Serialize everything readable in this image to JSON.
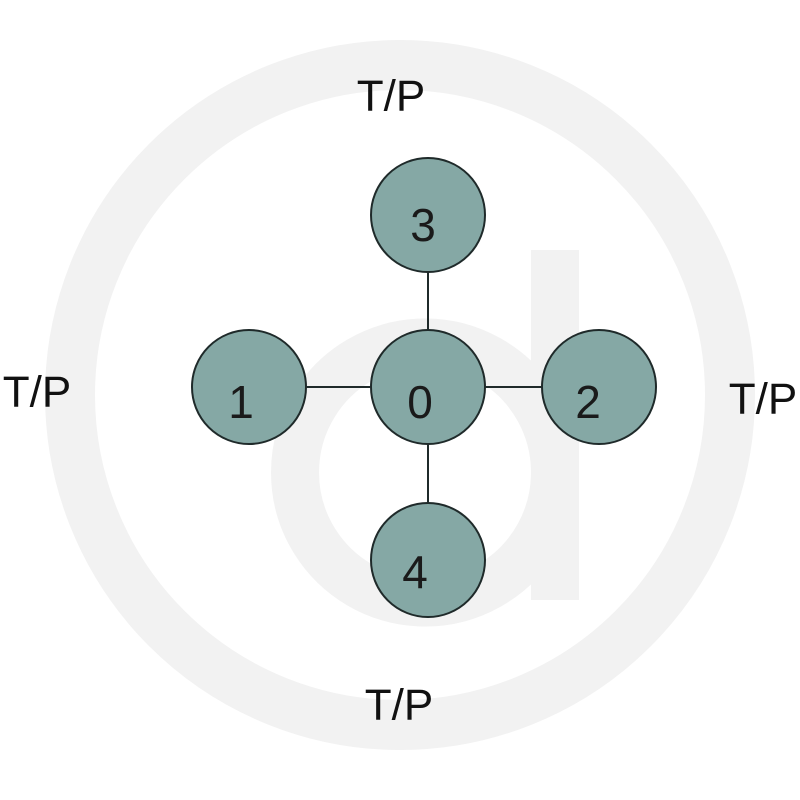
{
  "colors": {
    "pin_fill": "#85a8a5",
    "outline": "#1f2a2a",
    "watermark": "#f2f2f2"
  },
  "pins": [
    {
      "id": "0",
      "label": "0"
    },
    {
      "id": "1",
      "label": "1"
    },
    {
      "id": "2",
      "label": "2"
    },
    {
      "id": "3",
      "label": "3"
    },
    {
      "id": "4",
      "label": "4"
    }
  ],
  "connections": [
    [
      "0",
      "1"
    ],
    [
      "0",
      "2"
    ],
    [
      "0",
      "3"
    ],
    [
      "0",
      "4"
    ]
  ],
  "side_labels": {
    "top": "T/P",
    "bottom": "T/P",
    "left": "T/P",
    "right": "T/P"
  }
}
